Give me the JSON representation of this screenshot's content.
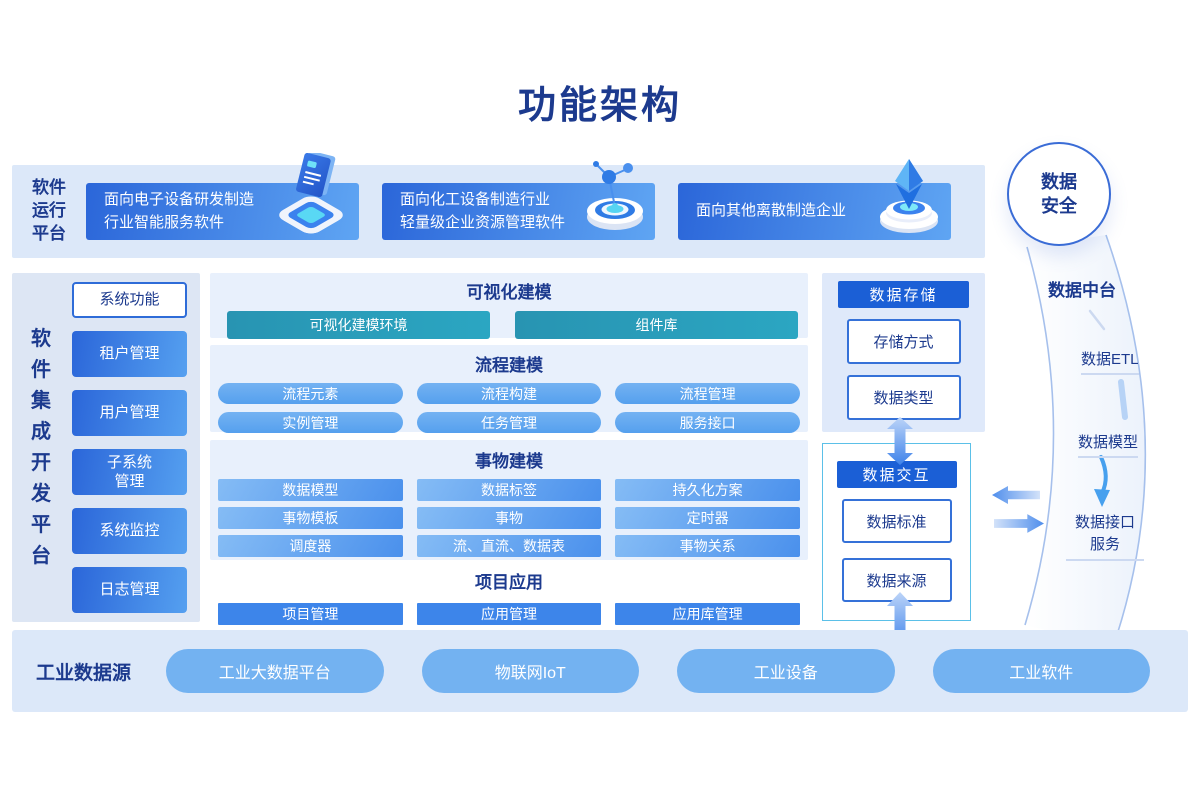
{
  "title": "功能架构",
  "colors": {
    "navy_text": "#1c3a8e",
    "panel_light_blue": "#dce8f9",
    "box_gradient_start": "#2b66d9",
    "box_gradient_end": "#5fa5f3",
    "teal_box": "#28a0bc",
    "pill_blue": "#64a9ef",
    "solid_blue": "#3d85ea",
    "header_dark_blue": "#1b5fd6",
    "bottom_pill_blue": "#73b2f1",
    "exchange_border_cyan": "#5bc0e8"
  },
  "runtime_platform": {
    "label": "软件\n运行\n平台",
    "products": [
      {
        "text": "面向电子设备研发制造\n行业智能服务软件",
        "icon": "ballot-box-icon"
      },
      {
        "text": "面向化工设备制造行业\n轻量级企业资源管理软件",
        "icon": "target-molecule-icon"
      },
      {
        "text": "面向其他离散制造企业",
        "icon": "gem-pedestal-icon"
      }
    ]
  },
  "dev_platform": {
    "label": "软\n件\n集\n成\n开\n发\n平\n台",
    "items": [
      "系统功能",
      "租户管理",
      "用户管理",
      "子系统\n管理",
      "系统监控",
      "日志管理"
    ]
  },
  "modeling_sections": [
    {
      "title": "可视化建模",
      "cells": [
        "可视化建模环境",
        "组件库"
      ]
    },
    {
      "title": "流程建模",
      "cells": [
        "流程元素",
        "流程构建",
        "流程管理",
        "实例管理",
        "任务管理",
        "服务接口"
      ]
    },
    {
      "title": "事物建模",
      "cells": [
        "数据模型",
        "数据标签",
        "持久化方案",
        "事物模板",
        "事物",
        "定时器",
        "调度器",
        "流、直流、数据表",
        "事物关系"
      ]
    },
    {
      "title": "项目应用",
      "cells": [
        "项目管理",
        "应用管理",
        "应用库管理"
      ]
    }
  ],
  "data_storage": {
    "header": "数据存储",
    "items": [
      "存储方式",
      "数据类型"
    ]
  },
  "data_exchange": {
    "header": "数据交互",
    "items": [
      "数据标准",
      "数据来源"
    ]
  },
  "data_security": {
    "label": "数据\n安全"
  },
  "data_middle_platform": {
    "label": "数据中台",
    "steps": [
      "数据ETL",
      "数据模型",
      "数据接口\n服务"
    ]
  },
  "industrial_data_sources": {
    "label": "工业数据源",
    "items": [
      "工业大数据平台",
      "物联网IoT",
      "工业设备",
      "工业软件"
    ]
  }
}
